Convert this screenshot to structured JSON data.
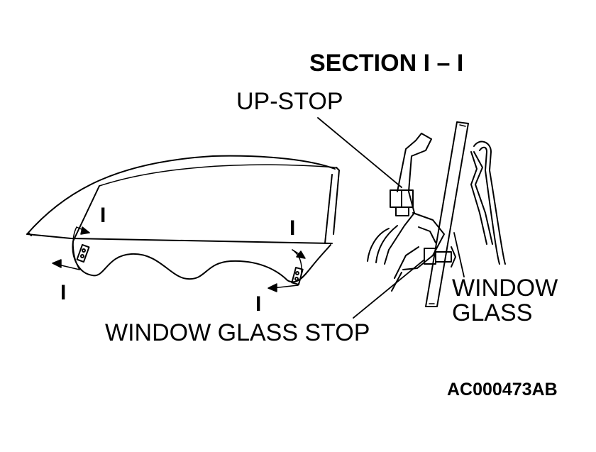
{
  "labels": {
    "title": "SECTION I – I",
    "up_stop": "UP-STOP",
    "window_glass_line1": "WINDOW",
    "window_glass_line2": "GLASS",
    "window_glass_stop": "WINDOW GLASS STOP",
    "figure_code": "AC000473AB"
  },
  "section_marks": [
    "I",
    "I",
    "I",
    "I"
  ],
  "colors": {
    "ink": "#000000",
    "background": "#ffffff"
  }
}
